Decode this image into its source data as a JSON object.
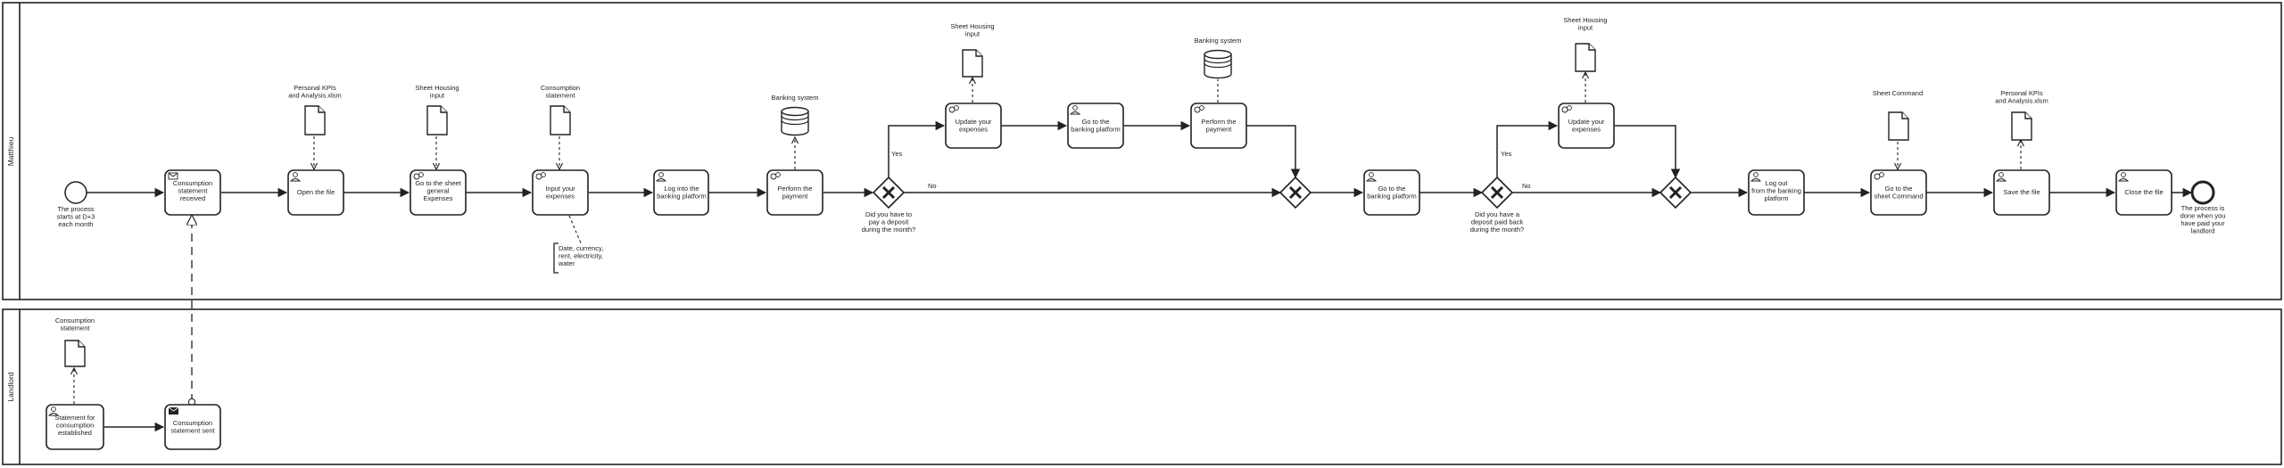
{
  "lanes": {
    "top": "Matthieu",
    "bottom": "Landlord"
  },
  "events": {
    "start": [
      "The process",
      "starts at D+3",
      "each month"
    ],
    "end": [
      "The process is",
      "done when you",
      "have paid your",
      "landlord"
    ]
  },
  "tasks": {
    "consumption_received": [
      "Consumption",
      "statement",
      "received"
    ],
    "open_file": [
      "Open the file"
    ],
    "go_sheet_general": [
      "Go to the sheet",
      "general",
      "Expenses"
    ],
    "input_expenses": [
      "Input your",
      "expenses"
    ],
    "log_banking": [
      "Log into the",
      "banking platform"
    ],
    "perform_payment_1": [
      "Perform the",
      "payment"
    ],
    "update_expenses_1": [
      "Update your",
      "expenses"
    ],
    "go_banking_1": [
      "Go to the",
      "banking platform"
    ],
    "perform_payment_2": [
      "Perform the",
      "payment"
    ],
    "go_banking_2": [
      "Go to the",
      "banking platform"
    ],
    "update_expenses_2": [
      "Update your",
      "expenses"
    ],
    "log_out": [
      "Log out",
      "from the banking",
      "platform"
    ],
    "go_sheet_command": [
      "Go to the",
      "sheet Command"
    ],
    "save_file": [
      "Save the file"
    ],
    "close_file": [
      "Close the file"
    ],
    "statement_established": [
      "Statement for",
      "consumption",
      "established"
    ],
    "statement_sent": [
      "Consumption",
      "statement sent"
    ]
  },
  "gateways": {
    "deposit_question": [
      "Did you have to",
      "pay a deposit",
      "during the month?"
    ],
    "deposit_back_question": [
      "Did you have a",
      "deposit paid back",
      "during the month?"
    ],
    "yes_label": "Yes",
    "no_label": "No"
  },
  "artifacts": {
    "personal_kpis_1": [
      "Personal KPIs",
      "and Analysis.xlsm"
    ],
    "sheet_housing_1": [
      "Sheet Housing",
      "input"
    ],
    "consumption_doc": [
      "Consumption",
      "statement"
    ],
    "banking_system_1": [
      "Banking system"
    ],
    "sheet_housing_2": [
      "Sheet Housing",
      "input"
    ],
    "banking_system_2": [
      "Banking system"
    ],
    "sheet_housing_3": [
      "Sheet Housing",
      "input"
    ],
    "sheet_command": [
      "Sheet Command"
    ],
    "personal_kpis_2": [
      "Personal KPIs",
      "and Analysis.xlsm"
    ],
    "landlord_consumption_doc": [
      "Consumption",
      "statement"
    ]
  },
  "annotation": [
    "Date, currency,",
    "rent, electricity,",
    "water"
  ]
}
